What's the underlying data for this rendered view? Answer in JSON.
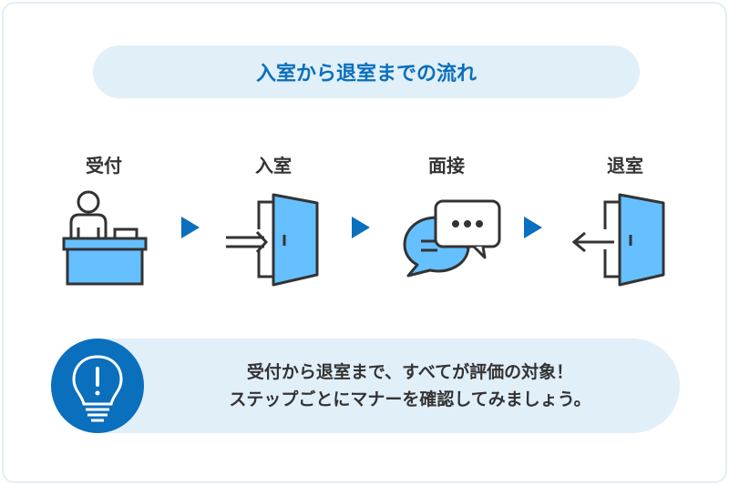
{
  "title": "入室から退室までの流れ",
  "steps": [
    {
      "label": "受付",
      "icon": "reception-desk-icon"
    },
    {
      "label": "入室",
      "icon": "enter-door-icon"
    },
    {
      "label": "面接",
      "icon": "interview-chat-icon"
    },
    {
      "label": "退室",
      "icon": "exit-door-icon"
    }
  ],
  "note": {
    "line1": "受付から退室まで、すべてが評価の対象！",
    "line2": "ステップごとにマナーを確認してみましょう。",
    "icon": "lightbulb-exclamation-icon"
  },
  "colors": {
    "accent": "#0a6fbd",
    "fill": "#66bfff",
    "pale": "#e1eff8",
    "stroke": "#333333"
  }
}
